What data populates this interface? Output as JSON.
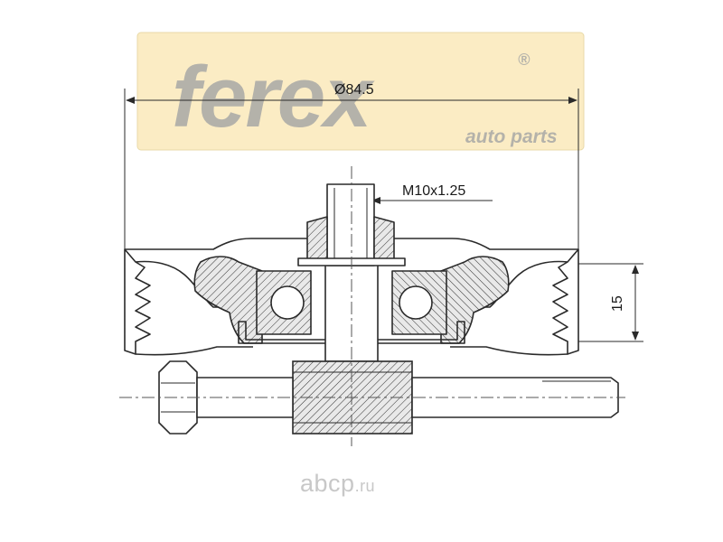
{
  "brand": {
    "name": "ferex",
    "registered_mark": "®",
    "tagline": "auto parts",
    "banner_color": "#fbecc4",
    "text_color": "#b4b2aa"
  },
  "dimensions": {
    "outer_diameter": "Ø84.5",
    "thread": "M10x1.25",
    "width": "15"
  },
  "watermark": {
    "name": "abcp",
    "tld": ".ru"
  },
  "colors": {
    "line": "#2a2a2a",
    "section_fill": "#e6e6e6"
  }
}
